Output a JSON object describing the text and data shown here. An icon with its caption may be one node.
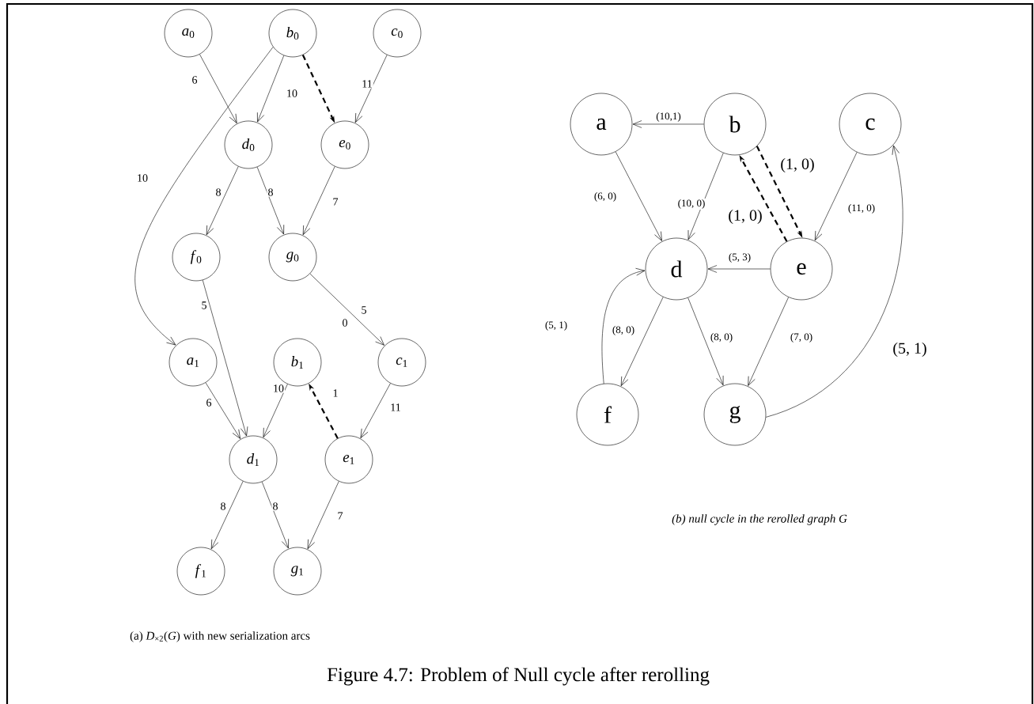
{
  "diagram": {
    "caption": "Figure 4.7: Problem of Null cycle after rerolling",
    "nodes": [
      {
        "text": [
          "*a*$_{0}$"
        ]
      },
      {
        "text": [
          "*b*$_{0}$"
        ]
      },
      {
        "text": [
          "*c*$_{0}$"
        ]
      },
      {
        "text": [
          "*d*$_{0}$"
        ]
      },
      {
        "text": [
          "*e*$_{0}$"
        ]
      },
      {
        "text": [
          "*f*$_{0}$"
        ]
      },
      {
        "text": [
          "*g*$_{0}$"
        ]
      },
      {
        "text": [
          "*a*$_{1}$"
        ]
      },
      {
        "text": [
          "*b*$_{1}$"
        ]
      },
      {
        "text": [
          "*c*$_{1}$"
        ]
      },
      {
        "text": [
          "*d*$_{1}$"
        ]
      },
      {
        "text": [
          "*e*$_{1}$"
        ]
      },
      {
        "text": [
          "*f*$_{1}$"
        ]
      },
      {
        "text": [
          "*g*$_{1}$"
        ]
      },
      {
        "text": [
          "a"
        ]
      },
      {
        "text": [
          "b"
        ]
      },
      {
        "text": [
          "c"
        ]
      },
      {
        "text": [
          "d"
        ]
      },
      {
        "text": [
          "e"
        ]
      },
      {
        "text": [
          "f"
        ]
      },
      {
        "text": [
          "g"
        ]
      }
    ],
    "edges": [
      {
        "from": 0,
        "to": 3,
        "arrow": "to",
        "label": "6"
      },
      {
        "from": 1,
        "to": 3,
        "arrow": "to",
        "label": "10"
      },
      {
        "from": 1,
        "to": 4,
        "arrow": "to",
        "style": "dashed"
      },
      {
        "from": 2,
        "to": 4,
        "arrow": "to",
        "label": "11"
      },
      {
        "from": 1,
        "to": 7,
        "arrow": "to",
        "label": "10"
      },
      {
        "from": 3,
        "to": 5,
        "arrow": "to",
        "label": "8"
      },
      {
        "from": 3,
        "to": 6,
        "arrow": "to",
        "label": "8"
      },
      {
        "from": 4,
        "to": 6,
        "arrow": "to",
        "label": "7"
      },
      {
        "from": 6,
        "to": 9,
        "arrow": "to",
        "label": "5"
      },
      {
        "from": 5,
        "to": 10,
        "arrow": "to",
        "label": "5"
      },
      {
        "from": 7,
        "to": 10,
        "arrow": "to",
        "label": "6"
      },
      {
        "from": 8,
        "to": 10,
        "arrow": "to",
        "label": "10"
      },
      {
        "from": 11,
        "to": 8,
        "arrow": "to",
        "label": "1",
        "style": "dashed"
      },
      {
        "from": 9,
        "to": 11,
        "arrow": "to",
        "label": "11"
      },
      {
        "from": 10,
        "to": 12,
        "arrow": "to",
        "label": "8"
      },
      {
        "from": 10,
        "to": 13,
        "arrow": "to",
        "label": "8"
      },
      {
        "from": 11,
        "to": 13,
        "arrow": "to",
        "label": "7"
      },
      {
        "from": 15,
        "to": 14,
        "arrow": "to",
        "label": "(10,1)"
      },
      {
        "from": 14,
        "to": 17,
        "arrow": "to",
        "label": "(6, 0)"
      },
      {
        "from": 15,
        "to": 17,
        "arrow": "to",
        "label": "(10, 0)"
      },
      {
        "from": 15,
        "to": 18,
        "arrow": "to",
        "label": "(1, 0)",
        "style": "dashed"
      },
      {
        "from": 18,
        "to": 15,
        "arrow": "to",
        "label": "(1, 0)",
        "style": "dashed"
      },
      {
        "from": 16,
        "to": 18,
        "arrow": "to",
        "label": "(11, 0)"
      },
      {
        "from": 18,
        "to": 17,
        "arrow": "to",
        "label": "(5, 3)"
      },
      {
        "from": 17,
        "to": 19,
        "arrow": "to",
        "label": "(8, 0)"
      },
      {
        "from": 17,
        "to": 20,
        "arrow": "to",
        "label": "(8, 0)"
      },
      {
        "from": 18,
        "to": 20,
        "arrow": "to",
        "label": "(7, 0)"
      },
      {
        "from": 19,
        "to": 17,
        "arrow": "to",
        "label": "(5, 1)"
      },
      {
        "from": 20,
        "to": 16,
        "arrow": "to",
        "label": "(5, 1)"
      }
    ],
    "labels": [
      "0",
      "(a) *D*$_{×2}$(*G*) with new serialization arcs",
      "(b) null cycle in the rerolled graph G"
    ]
  }
}
